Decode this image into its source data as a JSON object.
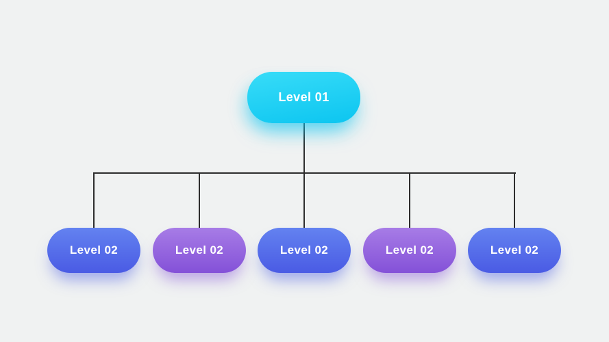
{
  "diagram": {
    "type": "org-chart",
    "root": {
      "label": "Level 01",
      "variant": "cyan"
    },
    "children": [
      {
        "label": "Level 02",
        "variant": "blue"
      },
      {
        "label": "Level 02",
        "variant": "purple"
      },
      {
        "label": "Level 02",
        "variant": "blue"
      },
      {
        "label": "Level 02",
        "variant": "purple"
      },
      {
        "label": "Level 02",
        "variant": "blue"
      }
    ],
    "colors": {
      "background": "#f0f2f2",
      "connector": "#2d2d2d",
      "text": "#ffffff",
      "cyan_top": "#38dcf8",
      "cyan_bottom": "#0cc5f0",
      "blue_top": "#6382f0",
      "blue_bottom": "#4a5be4",
      "purple_top": "#a77ce6",
      "purple_bottom": "#8451d8"
    }
  }
}
